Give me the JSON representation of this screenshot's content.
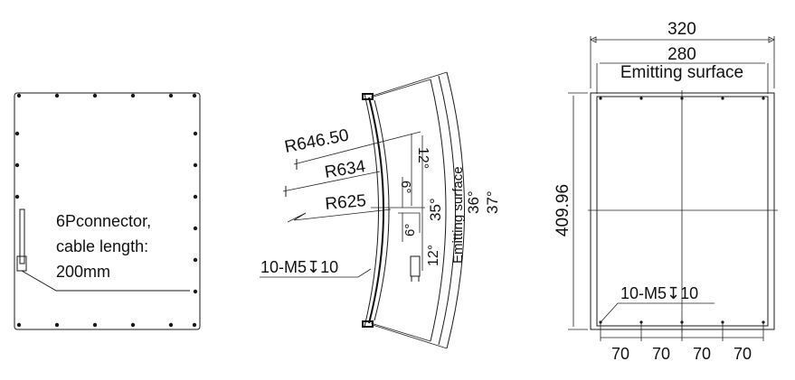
{
  "views": {
    "back": {
      "connector_label": [
        "6Pconnector,",
        "cable length:",
        "200mm"
      ]
    },
    "side": {
      "radius_labels": [
        "R646.50",
        "R634",
        "R625"
      ],
      "angle_labels": [
        "12°",
        "6°",
        "6°",
        "12°",
        "35°",
        "36°",
        "37°"
      ],
      "emitting_label": "Emitting surface",
      "screw_label": "10-M5↧10"
    },
    "front": {
      "width_total": "320",
      "width_emitting": "280",
      "emitting_label": "Emitting surface",
      "height": "409.96",
      "screw_label": "10-M5↧10",
      "pitches": [
        "70",
        "70",
        "70",
        "70"
      ]
    }
  }
}
